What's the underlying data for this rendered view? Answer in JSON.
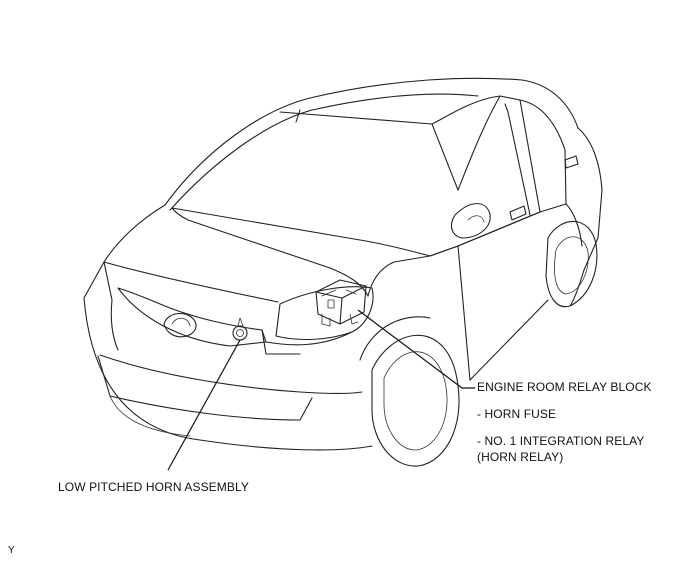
{
  "callouts": {
    "relay_block": "ENGINE ROOM RELAY BLOCK",
    "horn_fuse": "- HORN FUSE",
    "integration_relay": "- NO. 1 INTEGRATION RELAY",
    "horn_relay": "(HORN RELAY)",
    "horn_assembly": "LOW PITCHED HORN ASSEMBLY"
  },
  "corner_mark": "Y"
}
